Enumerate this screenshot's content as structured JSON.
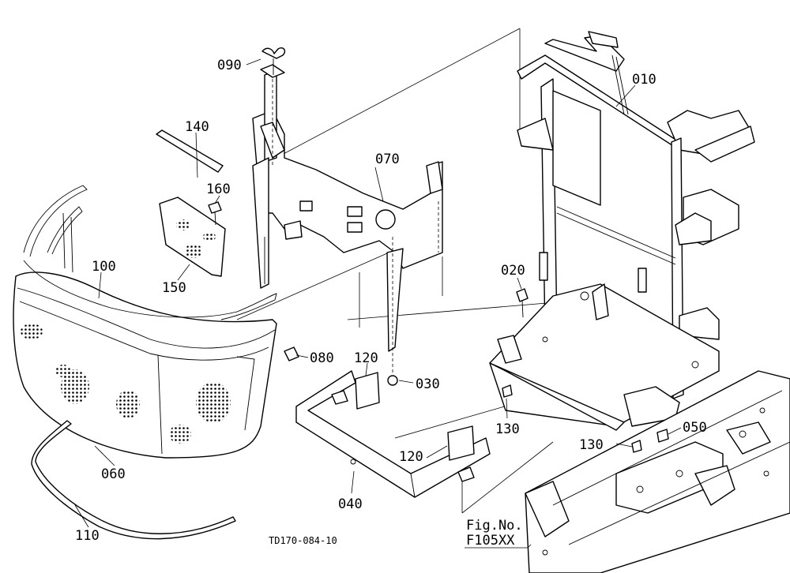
{
  "diagram_code": "TD170-084-10",
  "figure_ref": {
    "line1": "Fig.No.",
    "line2": "F105XX"
  },
  "callouts": [
    {
      "id": "c010",
      "text": "010"
    },
    {
      "id": "c020",
      "text": "020"
    },
    {
      "id": "c030",
      "text": "030"
    },
    {
      "id": "c040",
      "text": "040"
    },
    {
      "id": "c050",
      "text": "050"
    },
    {
      "id": "c060",
      "text": "060"
    },
    {
      "id": "c070",
      "text": "070"
    },
    {
      "id": "c080",
      "text": "080"
    },
    {
      "id": "c090",
      "text": "090"
    },
    {
      "id": "c100",
      "text": "100"
    },
    {
      "id": "c110",
      "text": "110"
    },
    {
      "id": "c120a",
      "text": "120"
    },
    {
      "id": "c120b",
      "text": "120"
    },
    {
      "id": "c130a",
      "text": "130"
    },
    {
      "id": "c130b",
      "text": "130"
    },
    {
      "id": "c140",
      "text": "140"
    },
    {
      "id": "c150",
      "text": "150"
    },
    {
      "id": "c160",
      "text": "160"
    }
  ]
}
